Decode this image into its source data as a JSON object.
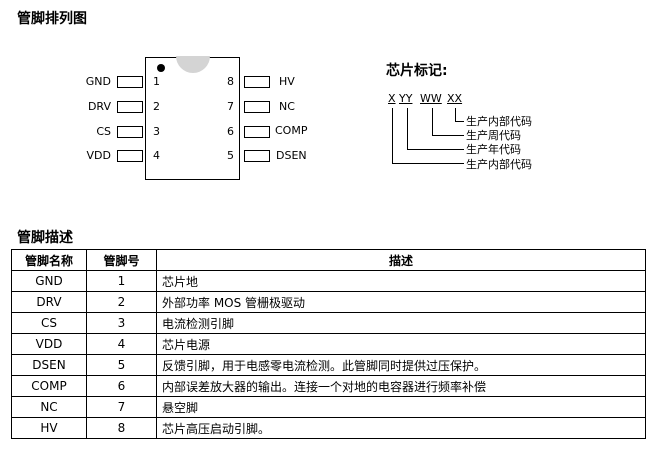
{
  "pinout_heading": "管脚排列图",
  "package": {
    "left_pins": [
      {
        "name": "GND",
        "number": "1"
      },
      {
        "name": "DRV",
        "number": "2"
      },
      {
        "name": "CS",
        "number": "3"
      },
      {
        "name": "VDD",
        "number": "4"
      }
    ],
    "right_pins": [
      {
        "name": "HV",
        "number": "8"
      },
      {
        "name": "NC",
        "number": "7"
      },
      {
        "name": "COMP",
        "number": "6"
      },
      {
        "name": "DSEN",
        "number": "5"
      }
    ]
  },
  "marking": {
    "title": "芯片标记:",
    "code": [
      "X",
      "YY",
      "WW",
      "XX"
    ],
    "labels": [
      "生产内部代码",
      "生产周代码",
      "生产年代码",
      "生产内部代码"
    ]
  },
  "description_heading": "管脚描述",
  "table": {
    "headers": [
      "管脚名称",
      "管脚号",
      "描述"
    ],
    "rows": [
      {
        "name": "GND",
        "number": "1",
        "description": "芯片地"
      },
      {
        "name": "DRV",
        "number": "2",
        "description": "外部功率 MOS 管栅极驱动"
      },
      {
        "name": "CS",
        "number": "3",
        "description": "电流检测引脚"
      },
      {
        "name": "VDD",
        "number": "4",
        "description": "芯片电源"
      },
      {
        "name": "DSEN",
        "number": "5",
        "description": "反馈引脚，用于电感零电流检测。此管脚同时提供过压保护。"
      },
      {
        "name": "COMP",
        "number": "6",
        "description": "内部误差放大器的输出。连接一个对地的电容器进行频率补偿"
      },
      {
        "name": "NC",
        "number": "7",
        "description": "悬空脚"
      },
      {
        "name": "HV",
        "number": "8",
        "description": "芯片高压启动引脚。"
      }
    ]
  }
}
